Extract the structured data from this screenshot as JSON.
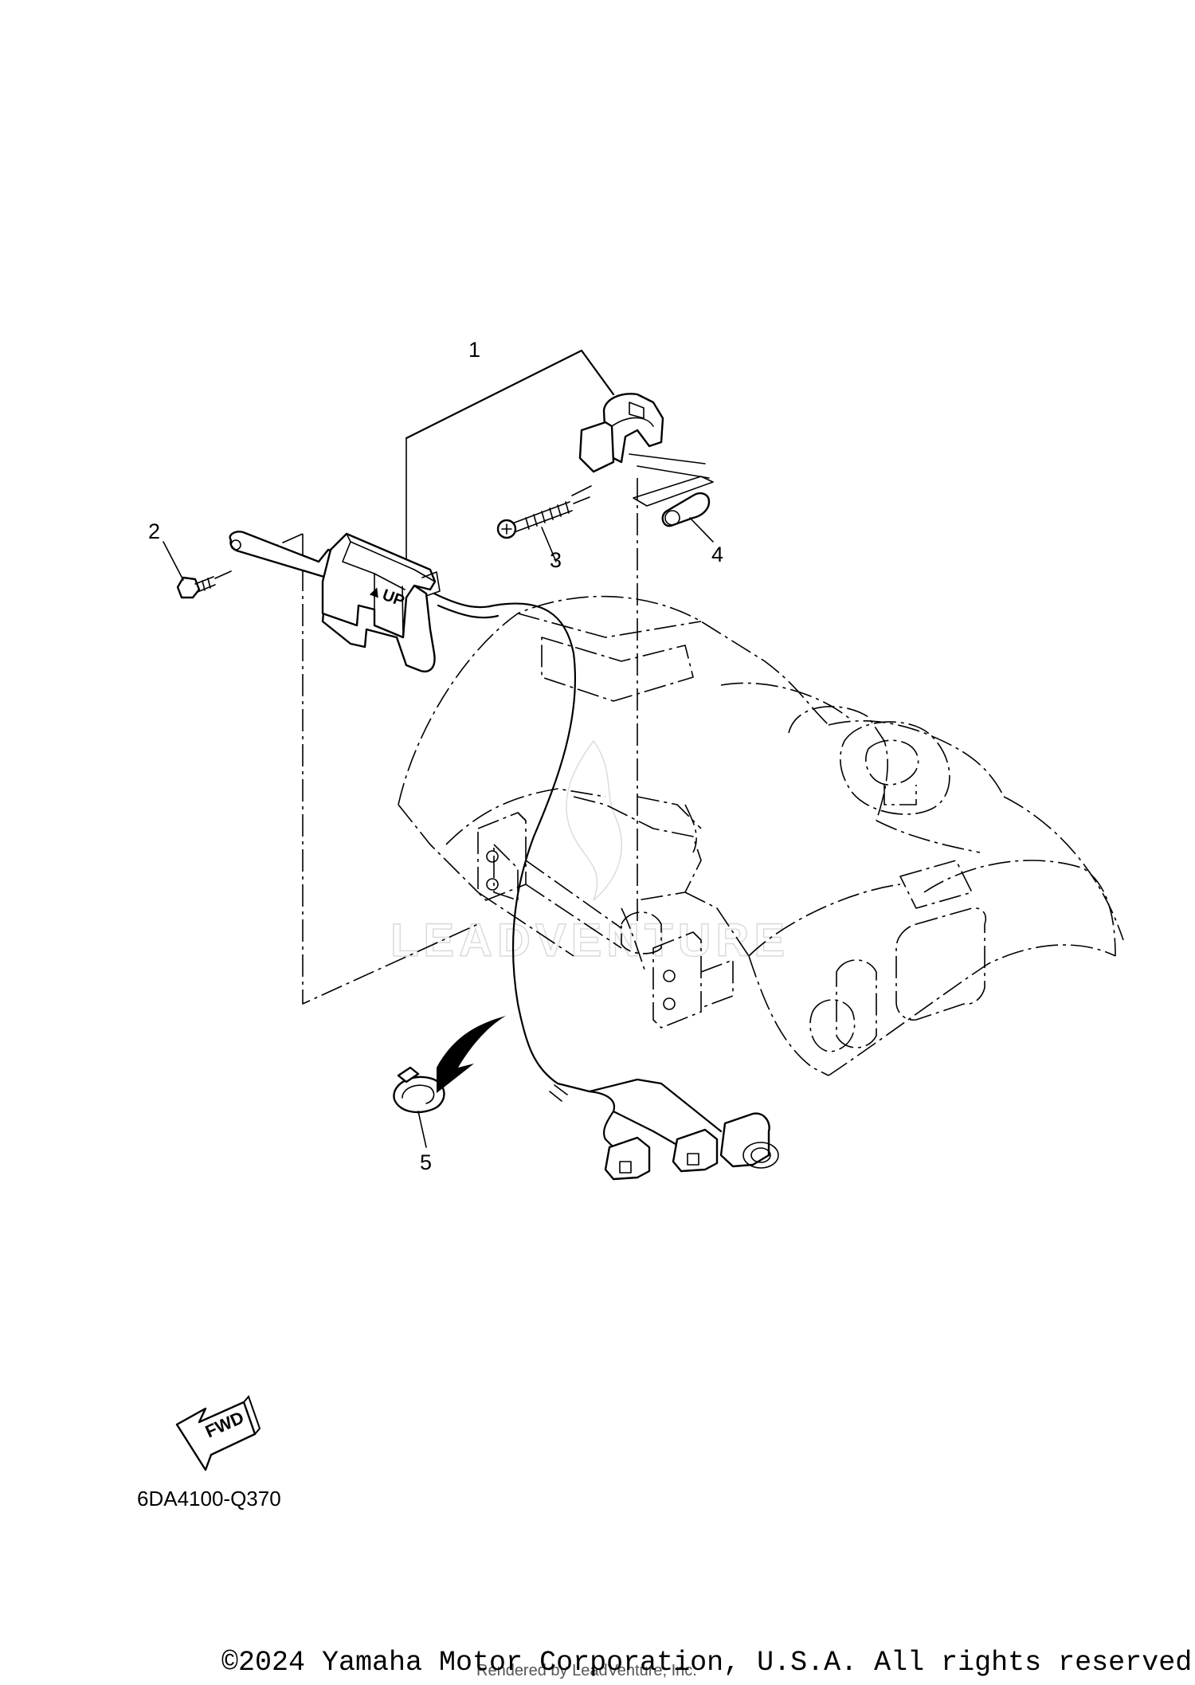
{
  "callouts": [
    {
      "id": "callout-1",
      "label": "1"
    },
    {
      "id": "callout-2",
      "label": "2"
    },
    {
      "id": "callout-3",
      "label": "3"
    },
    {
      "id": "callout-4",
      "label": "4"
    },
    {
      "id": "callout-5",
      "label": "5"
    }
  ],
  "part_labels": {
    "sensor_marking": "▲UP",
    "fwd_arrow": "FWD"
  },
  "diagram_code": "6DA4100-Q370",
  "copyright": "©2024 Yamaha Motor Corporation, U.S.A. All rights reserved.",
  "watermark": "LEADVENTURE",
  "rendered_by": "Rendered by LeadVenture, Inc."
}
